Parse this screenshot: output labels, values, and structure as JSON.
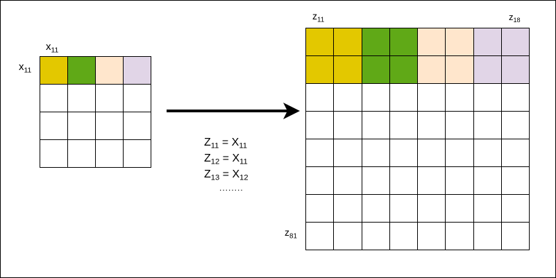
{
  "colors": {
    "yellow": "#e3c800",
    "green": "#60a917",
    "peach": "#ffe6cc",
    "lavender": "#e1d5e7",
    "white": "#ffffff"
  },
  "small_grid": {
    "top_label": {
      "base": "x",
      "sub": "11"
    },
    "side_label": {
      "base": "x",
      "sub": "11"
    },
    "rows": [
      [
        "yellow",
        "green",
        "peach",
        "lavender"
      ],
      [
        "white",
        "white",
        "white",
        "white"
      ],
      [
        "white",
        "white",
        "white",
        "white"
      ],
      [
        "white",
        "white",
        "white",
        "white"
      ]
    ]
  },
  "big_grid": {
    "top_left_label": {
      "base": "z",
      "sub": "11"
    },
    "top_right_label": {
      "base": "z",
      "sub": "18"
    },
    "bottom_left_label": {
      "base": "z",
      "sub": "81"
    },
    "rows": [
      [
        "yellow",
        "yellow",
        "green",
        "green",
        "peach",
        "peach",
        "lavender",
        "lavender"
      ],
      [
        "yellow",
        "yellow",
        "green",
        "green",
        "peach",
        "peach",
        "lavender",
        "lavender"
      ],
      [
        "white",
        "white",
        "white",
        "white",
        "white",
        "white",
        "white",
        "white"
      ],
      [
        "white",
        "white",
        "white",
        "white",
        "white",
        "white",
        "white",
        "white"
      ],
      [
        "white",
        "white",
        "white",
        "white",
        "white",
        "white",
        "white",
        "white"
      ],
      [
        "white",
        "white",
        "white",
        "white",
        "white",
        "white",
        "white",
        "white"
      ],
      [
        "white",
        "white",
        "white",
        "white",
        "white",
        "white",
        "white",
        "white"
      ],
      [
        "white",
        "white",
        "white",
        "white",
        "white",
        "white",
        "white",
        "white"
      ]
    ]
  },
  "equations": [
    {
      "lhs": "Z",
      "lhs_sub": "11",
      "op": " = ",
      "rhs": "X",
      "rhs_sub": "11"
    },
    {
      "lhs": "Z",
      "lhs_sub": "12",
      "op": " = ",
      "rhs": "X",
      "rhs_sub": "11"
    },
    {
      "lhs": "Z",
      "lhs_sub": "13",
      "op": " = ",
      "rhs": "X",
      "rhs_sub": "12"
    }
  ],
  "ellipsis": "........"
}
